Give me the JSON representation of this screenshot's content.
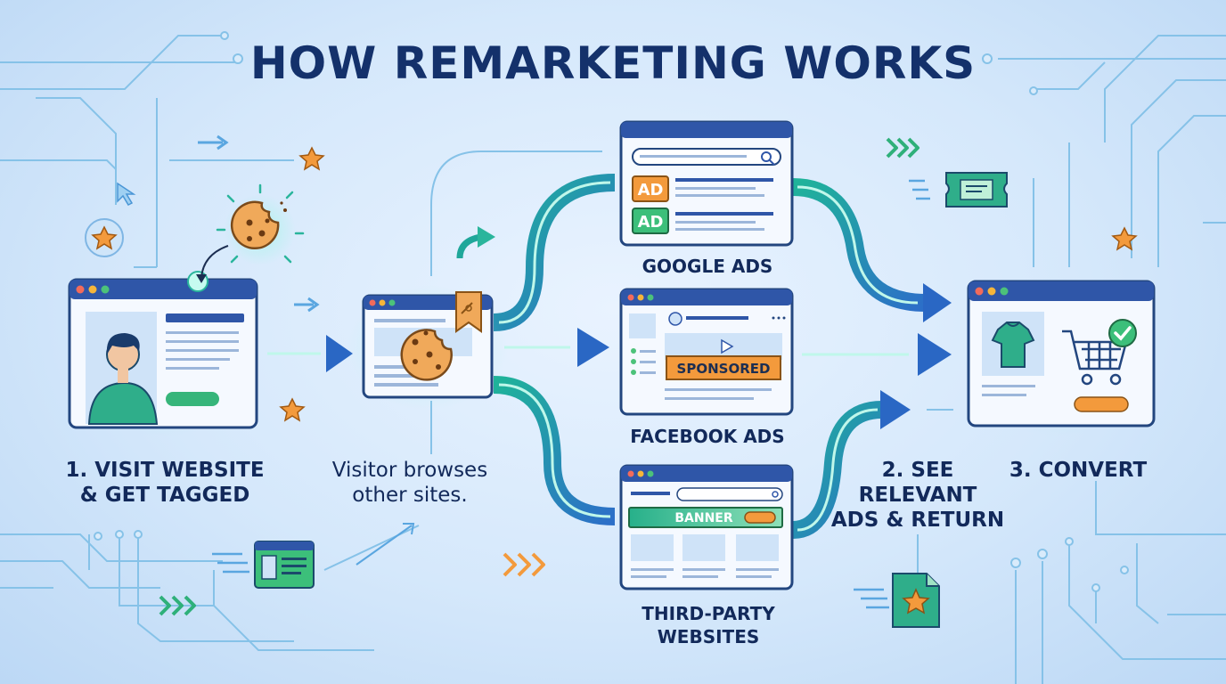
{
  "title": "HOW REMARKETING WORKS",
  "steps": {
    "step1": [
      "1. VISIT WEBSITE",
      "& GET TAGGED"
    ],
    "browse": [
      "Visitor browses",
      "other sites."
    ],
    "step2": [
      "2. SEE",
      "RELEVANT",
      "ADS & RETURN"
    ],
    "step3": [
      "3. CONVERT"
    ]
  },
  "platforms": {
    "google": "GOOGLE ADS",
    "facebook": "FACEBOOK ADS",
    "third_party": [
      "THIRD-PARTY",
      "WEBSITES"
    ]
  },
  "ad_labels": {
    "ad_orange": "AD",
    "ad_green": "AD",
    "sponsored": "SPONSORED",
    "banner": "BANNER"
  },
  "colors": {
    "title": "#14316b",
    "text": "#12295a",
    "window_bar": "#2f56a8",
    "flow_teal": "#1fa79a",
    "flow_blue": "#2a67c4",
    "accent_orange": "#f39a3c",
    "accent_green": "#3cbf7a",
    "circuit": "#7fbde6"
  },
  "icons": [
    "cookie-icon",
    "person-icon",
    "tshirt-icon",
    "shopping-cart-icon",
    "check-icon",
    "star-icon",
    "search-icon",
    "play-icon",
    "tag-icon",
    "coupon-icon",
    "document-star-icon",
    "cursor-icon",
    "chevrons-icon"
  ]
}
